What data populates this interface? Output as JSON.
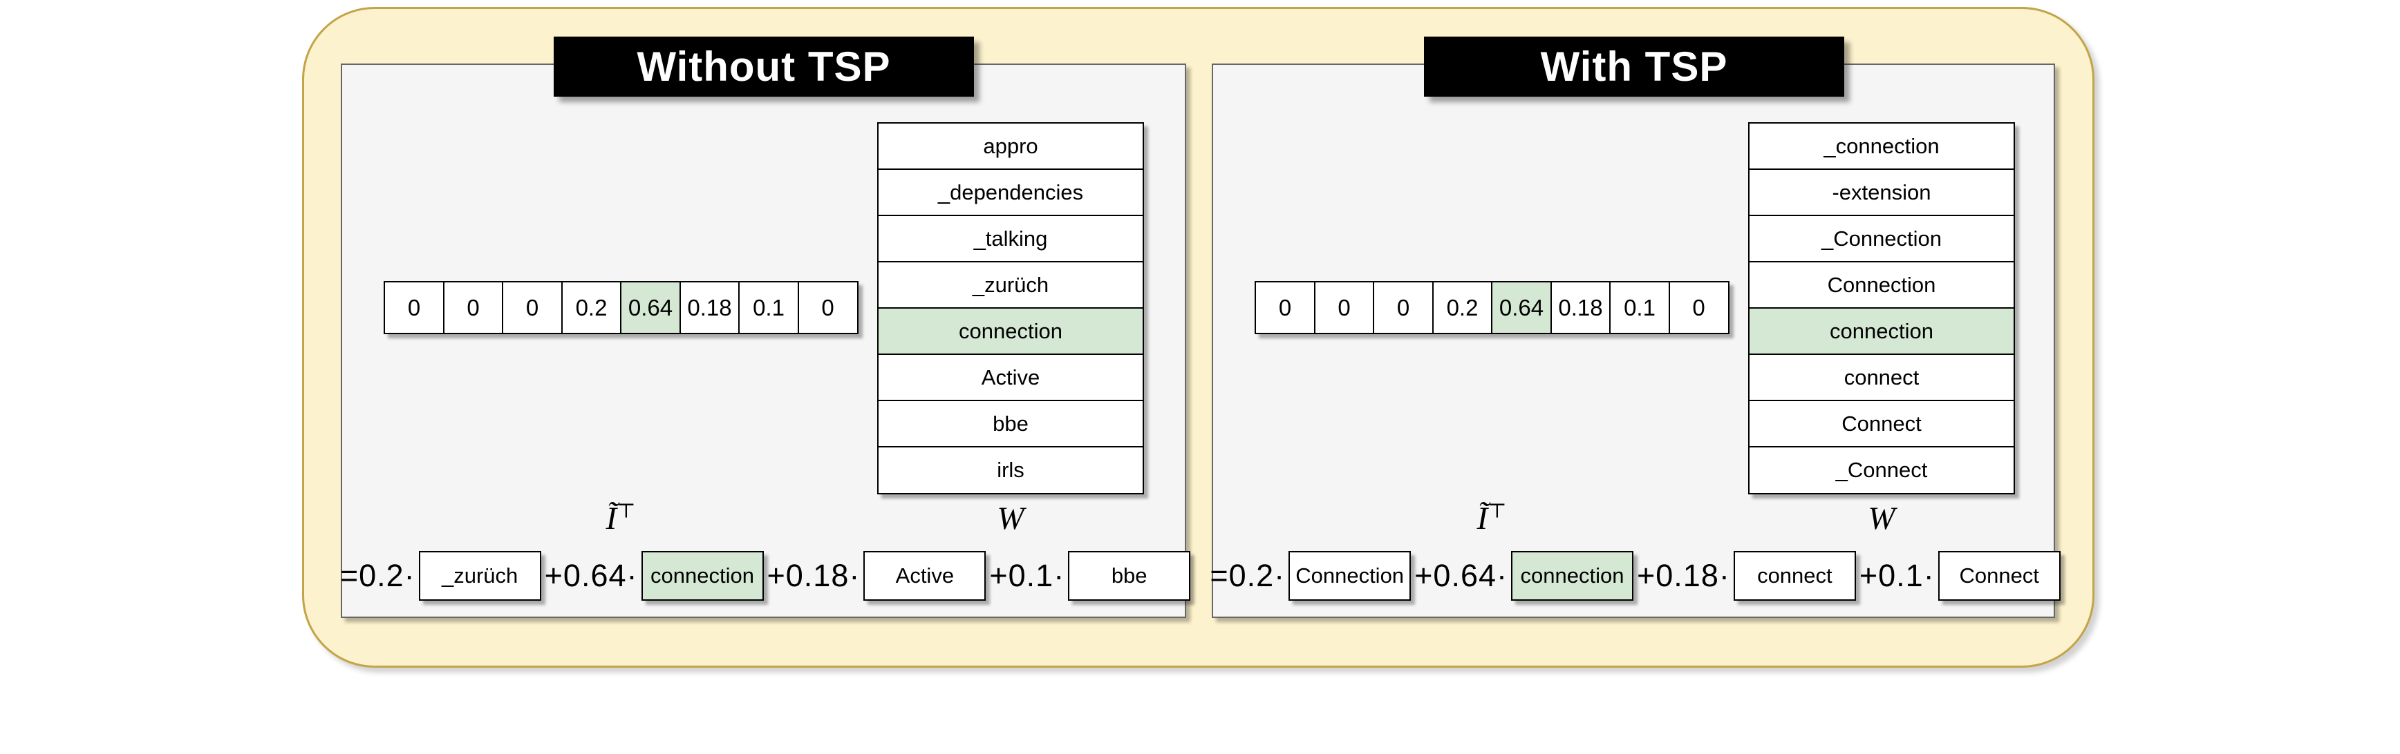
{
  "colors": {
    "highlight_green": "#d5e8d4",
    "container_fill": "#fcf2cd",
    "container_border": "#c3a447",
    "panel_fill": "#f5f5f5",
    "panel_border": "#666666",
    "title_bg": "#000000",
    "title_fg": "#ffffff"
  },
  "panels": [
    {
      "title": "Without TSP",
      "vector": {
        "values": [
          "0",
          "0",
          "0",
          "0.2",
          "0.64",
          "0.18",
          "0.1",
          "0"
        ],
        "highlight_index": 4
      },
      "vector_label_base": "Ĩ",
      "vector_label_sup": "⊤",
      "matrix_label": "W",
      "word_list": {
        "items": [
          "appro",
          "_dependencies",
          "_talking",
          "_zurüch",
          "connection",
          "Active",
          "bbe",
          "irls"
        ],
        "highlight_index": 4
      },
      "equation": [
        {
          "type": "op",
          "text": "=0.2·"
        },
        {
          "type": "box",
          "text": "_zurüch",
          "highlight": false
        },
        {
          "type": "op",
          "text": "+0.64·"
        },
        {
          "type": "box",
          "text": "connection",
          "highlight": true
        },
        {
          "type": "op",
          "text": "+0.18·"
        },
        {
          "type": "box",
          "text": "Active",
          "highlight": false
        },
        {
          "type": "op",
          "text": "+0.1·"
        },
        {
          "type": "box",
          "text": "bbe",
          "highlight": false
        }
      ]
    },
    {
      "title": "With TSP",
      "vector": {
        "values": [
          "0",
          "0",
          "0",
          "0.2",
          "0.64",
          "0.18",
          "0.1",
          "0"
        ],
        "highlight_index": 4
      },
      "vector_label_base": "Ĩ",
      "vector_label_sup": "⊤",
      "matrix_label": "W",
      "word_list": {
        "items": [
          "_connection",
          "-extension",
          "_Connection",
          "Connection",
          "connection",
          "connect",
          "Connect",
          "_Connect"
        ],
        "highlight_index": 4
      },
      "equation": [
        {
          "type": "op",
          "text": "=0.2·"
        },
        {
          "type": "box",
          "text": "Connection",
          "highlight": false
        },
        {
          "type": "op",
          "text": "+0.64·"
        },
        {
          "type": "box",
          "text": "connection",
          "highlight": true
        },
        {
          "type": "op",
          "text": "+0.18·"
        },
        {
          "type": "box",
          "text": "connect",
          "highlight": false
        },
        {
          "type": "op",
          "text": "+0.1·"
        },
        {
          "type": "box",
          "text": "Connect",
          "highlight": false
        }
      ]
    }
  ]
}
